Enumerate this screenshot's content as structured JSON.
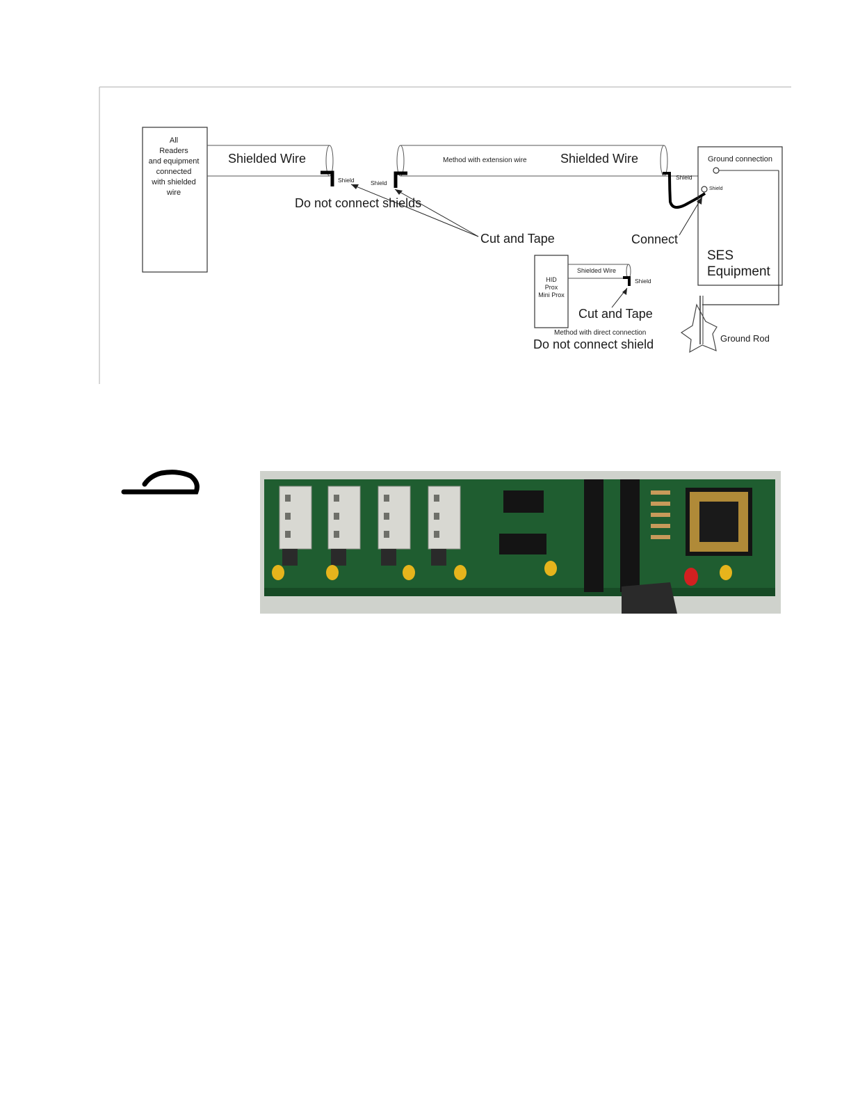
{
  "diagram": {
    "left_box_text": [
      "All",
      "Readers",
      "and equipment",
      "connected",
      "with shielded",
      "wire"
    ],
    "shielded_wire_left": "Shielded Wire",
    "shielded_wire_right": "Shielded Wire",
    "method_extension": "Method with extension wire",
    "shield_label_1": "Shield",
    "shield_label_2": "Shield",
    "shield_label_3": "Shield",
    "shield_terminal_label": "Shield",
    "do_not_connect_shields": "Do not connect shields",
    "cut_and_tape_1": "Cut and Tape",
    "connect": "Connect",
    "ground_connection": "Ground connection",
    "ses_equipment_line1": "SES",
    "ses_equipment_line2": "Equipment",
    "hid_box_text": [
      "HID",
      "Prox",
      "Mini Prox"
    ],
    "shielded_wire_small": "Shielded Wire",
    "shield_label_small": "Shield",
    "cut_and_tape_2": "Cut and Tape",
    "method_direct": "Method with direct connection",
    "do_not_connect_shield": "Do not connect shield",
    "ground_rod": "Ground Rod"
  },
  "colors": {
    "wire": "#222222",
    "pcb_green": "#1d5a2e",
    "terminal_white": "#d8d8d2",
    "chip_black": "#141414",
    "cap_yellow": "#e6b41c",
    "led_red": "#d22020"
  },
  "photo": {
    "subject": "circuit-board-photo"
  }
}
